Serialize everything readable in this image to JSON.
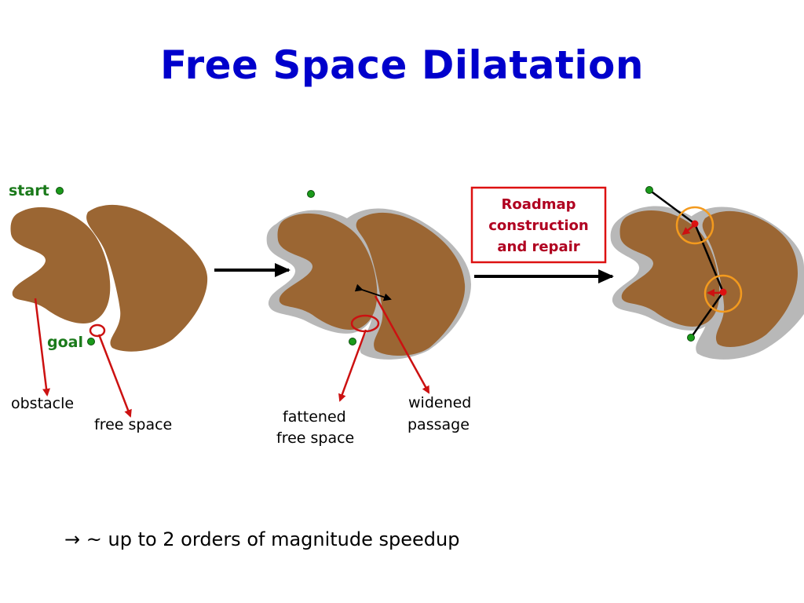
{
  "title": "Free Space Dilatation",
  "labels": {
    "start": "start",
    "goal": "goal",
    "obstacle": "obstacle",
    "free_space": "free space",
    "fattened_1": "fattened",
    "fattened_2": "free space",
    "widened_1": "widened",
    "widened_2": "passage"
  },
  "box": {
    "line1": "Roadmap",
    "line2": "construction",
    "line3": "and repair"
  },
  "conclusion": {
    "arrow": "→",
    "text": "~ up to 2 orders of magnitude speedup"
  },
  "colors": {
    "obstacle": "#9b6633",
    "dilation": "#b8b8b8",
    "title": "#0000cc",
    "pointer": "#cc1111",
    "node": "#1a9a1a",
    "highlight": "#f39a1e",
    "box_border": "#dd1111"
  }
}
